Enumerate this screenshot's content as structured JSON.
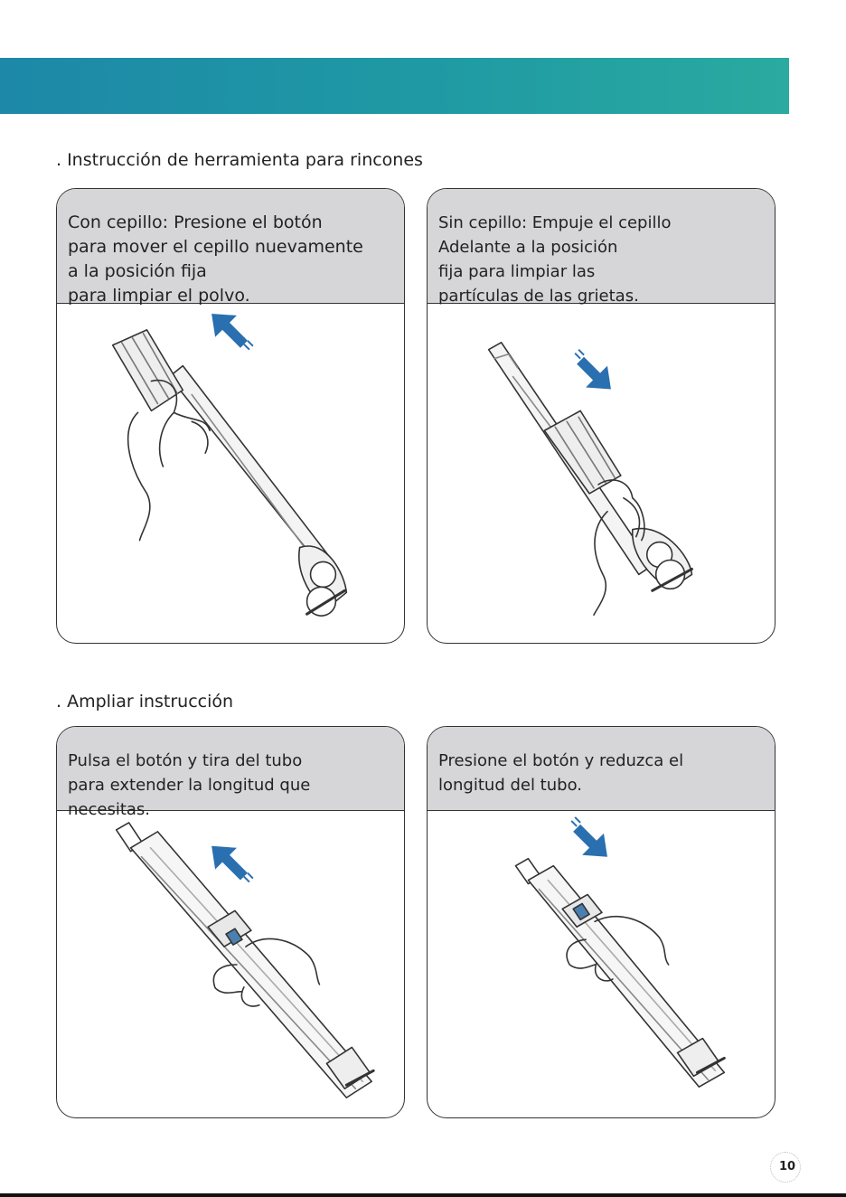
{
  "sections": [
    {
      "title": ". Instrucción de herramienta para rincones",
      "cards": [
        {
          "text": "Con cepillo: Presione el botón\npara mover el cepillo nuevamente\na la posición fija\npara limpiar el polvo.",
          "arrow": "up-left"
        },
        {
          "text": "Sin cepillo: Empuje el cepillo\nAdelante a la posición\nfija para limpiar las\npartículas de las grietas.",
          "arrow": "down-right"
        }
      ]
    },
    {
      "title": ". Ampliar instrucción",
      "cards": [
        {
          "text": "Pulsa el botón y tira del tubo\npara extender la longitud que necesitas.",
          "arrow": "up-left"
        },
        {
          "text": "Presione el botón y reduzca el\nlongitud del tubo.",
          "arrow": "down-right"
        }
      ]
    }
  ],
  "page_number": "10",
  "colors": {
    "banner_start": "#1d88a8",
    "banner_end": "#2aaaa0",
    "card_header": "#d6d6d9",
    "arrow": "#2a6fb0",
    "button_accent": "#4a7fb0"
  },
  "icons": [
    "up-left-arrow-icon",
    "down-right-arrow-icon"
  ]
}
